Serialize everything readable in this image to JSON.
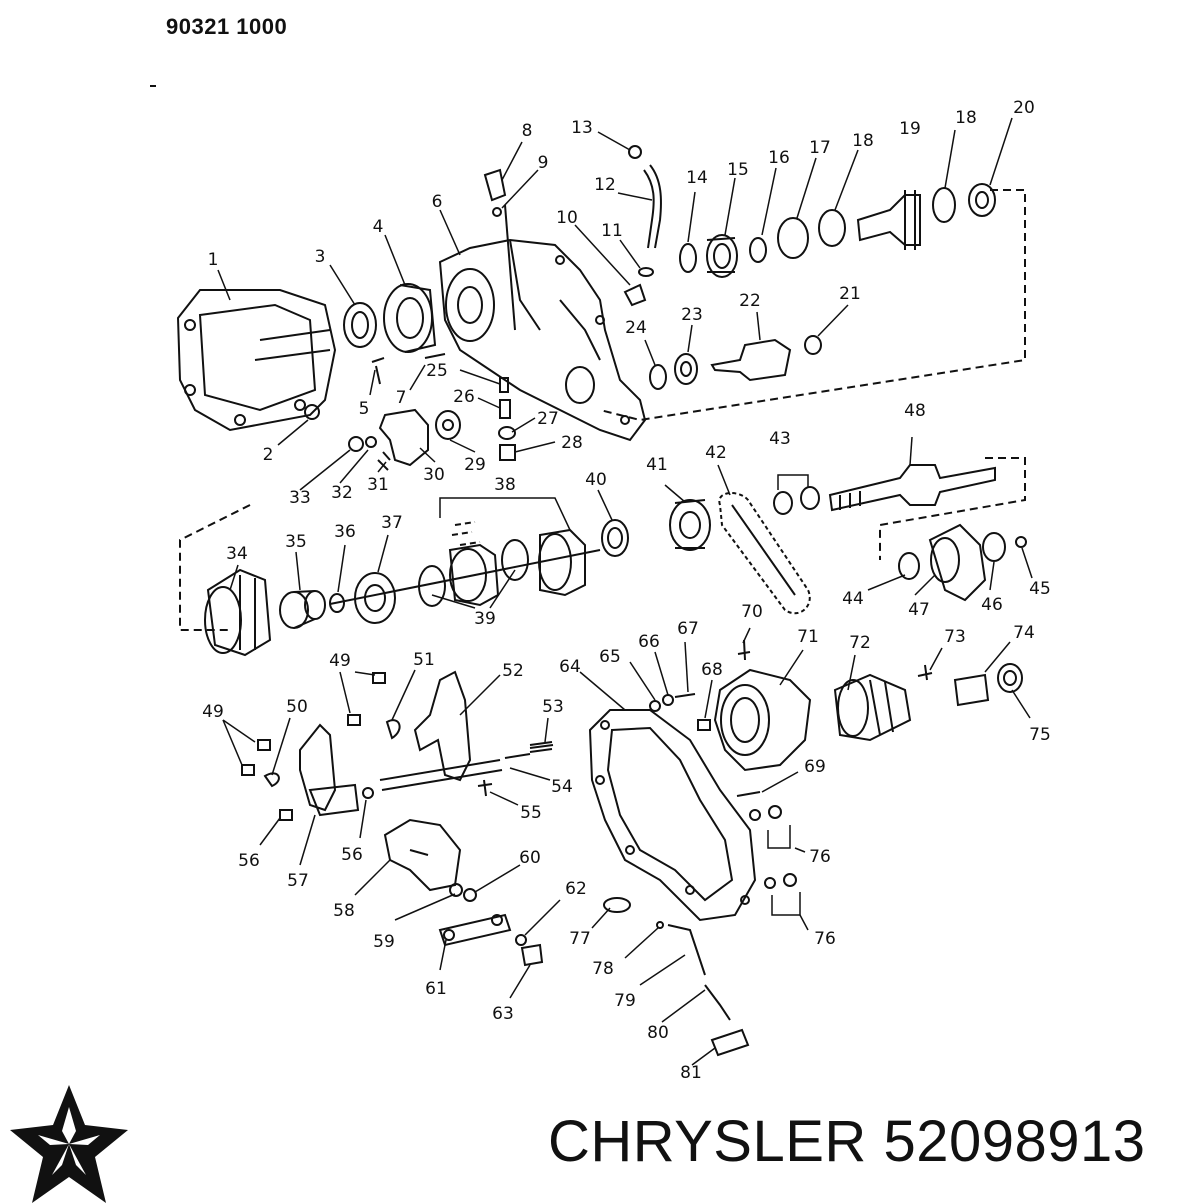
{
  "header": {
    "ref_code": "90321 1000"
  },
  "footer": {
    "brand": "CHRYSLER",
    "part_number": "52098913"
  },
  "callouts": [
    "1",
    "2",
    "3",
    "4",
    "5",
    "6",
    "7",
    "8",
    "9",
    "10",
    "11",
    "12",
    "13",
    "14",
    "15",
    "16",
    "17",
    "18",
    "18",
    "19",
    "20",
    "21",
    "22",
    "23",
    "24",
    "25",
    "26",
    "27",
    "28",
    "29",
    "30",
    "31",
    "32",
    "33",
    "34",
    "35",
    "36",
    "37",
    "38",
    "39",
    "40",
    "41",
    "42",
    "43",
    "44",
    "45",
    "46",
    "47",
    "48",
    "49",
    "49",
    "50",
    "51",
    "52",
    "53",
    "54",
    "55",
    "56",
    "56",
    "57",
    "58",
    "59",
    "60",
    "61",
    "62",
    "63",
    "64",
    "65",
    "66",
    "67",
    "68",
    "69",
    "70",
    "71",
    "72",
    "73",
    "74",
    "75",
    "76",
    "76",
    "77",
    "78",
    "79",
    "80",
    "81"
  ],
  "colors": {
    "line": "#111111",
    "background": "#ffffff"
  },
  "icons": {
    "logo": "pentastar-logo-icon"
  }
}
